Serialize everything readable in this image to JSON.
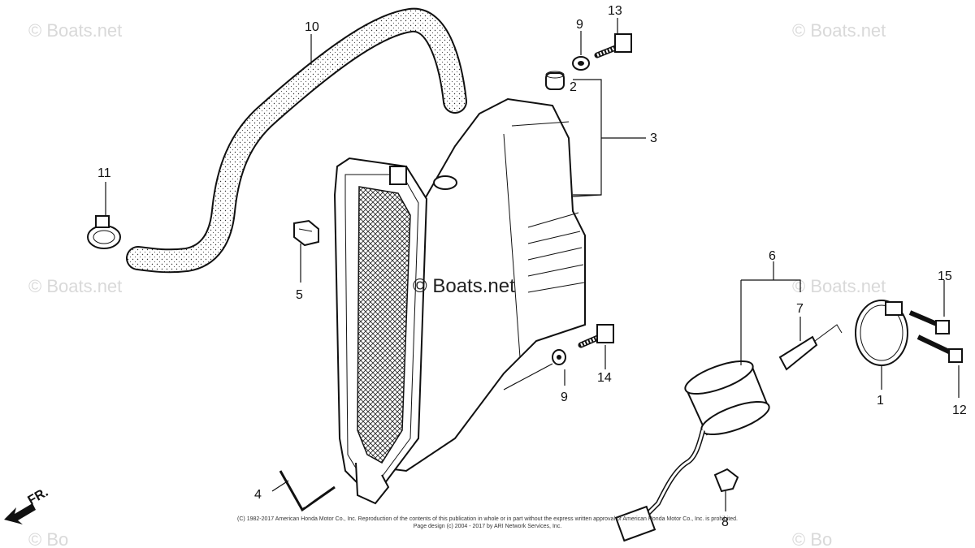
{
  "watermarks": {
    "top_left": "© Boats.net",
    "top_right": "© Boats.net",
    "mid_left": "© Boats.net",
    "mid_right": "© Boats.net",
    "center": "© Boats.net",
    "bottom_left": "© Bo",
    "bottom_right": "© Bo"
  },
  "direction_label": "FR.",
  "callouts": {
    "p1": "1",
    "p2": "2",
    "p3": "3",
    "p4": "4",
    "p5": "5",
    "p6": "6",
    "p7": "7",
    "p8": "8",
    "p9_top": "9",
    "p9_mid": "9",
    "p10": "10",
    "p11": "11",
    "p12": "12",
    "p13": "13",
    "p14": "14",
    "p15": "15"
  },
  "copyright": {
    "line1": "(C) 1982-2017 American Honda Motor Co., Inc. Reproduction of the contents of this publication in whole or in part without the express written approval of American Honda Motor Co., Inc. is prohibited.",
    "line2": "Page design (c) 2004 - 2017 by ARI Network Services, Inc."
  }
}
